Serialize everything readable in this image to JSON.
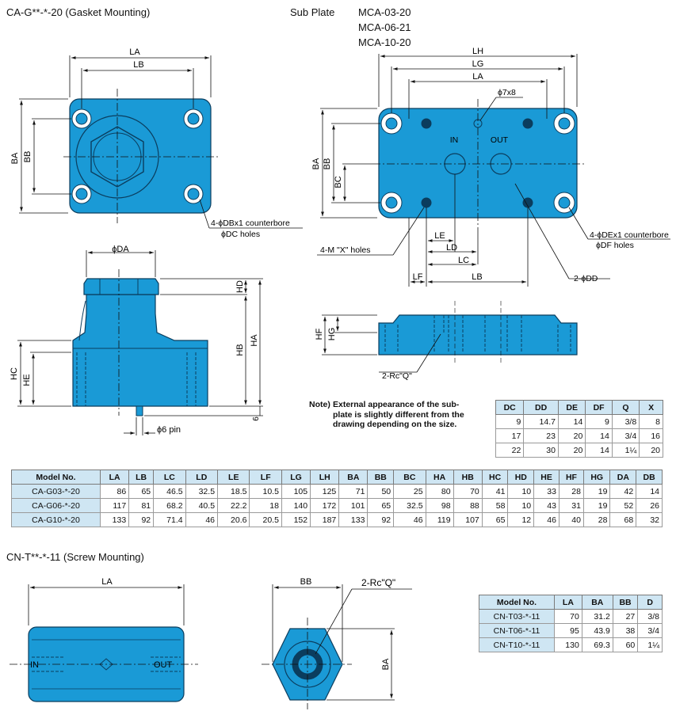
{
  "titles": {
    "gasket": "CA-G**-*-20 (Gasket Mounting)",
    "subplate_label": "Sub Plate",
    "subplate_models": [
      "MCA-03-20",
      "MCA-06-21",
      "MCA-10-20"
    ],
    "screw": "CN-T**-*-11 (Screw Mounting)"
  },
  "labels": {
    "LA": "LA",
    "LB": "LB",
    "LC": "LC",
    "LD": "LD",
    "LE": "LE",
    "LF": "LF",
    "LG": "LG",
    "LH": "LH",
    "BA": "BA",
    "BB": "BB",
    "BC": "BC",
    "HA": "HA",
    "HB": "HB",
    "HC": "HC",
    "HD": "HD",
    "HE": "HE",
    "HF": "HF",
    "HG": "HG",
    "DA": "ϕDA",
    "six": "6",
    "pin": "ϕ6 pin",
    "counterbore1": "4-ϕDBx1 counterbore",
    "holes1": "ϕDC holes",
    "counterbore2": "4-ϕDEx1 counterbore",
    "holes2": "ϕDF holes",
    "mx": "4-M \"X\" holes",
    "phi7x8": "ϕ7x8",
    "dd": "2-ϕDD",
    "in": "IN",
    "out": "OUT",
    "rcq": "2-Rc\"Q\""
  },
  "note": {
    "prefix": "Note)",
    "lines": [
      "External appearance of the sub-",
      "plate is slightly different from the",
      "drawing depending on the size."
    ]
  },
  "small_table": {
    "headers": [
      "DC",
      "DD",
      "DE",
      "DF",
      "Q",
      "X"
    ],
    "rows": [
      [
        "9",
        "14.7",
        "14",
        "9",
        "3/8",
        "8"
      ],
      [
        "17",
        "23",
        "20",
        "14",
        "3/4",
        "16"
      ],
      [
        "22",
        "30",
        "20",
        "14",
        "1¼",
        "20"
      ]
    ]
  },
  "main_table": {
    "headers": [
      "Model No.",
      "LA",
      "LB",
      "LC",
      "LD",
      "LE",
      "LF",
      "LG",
      "LH",
      "BA",
      "BB",
      "BC",
      "HA",
      "HB",
      "HC",
      "HD",
      "HE",
      "HF",
      "HG",
      "DA",
      "DB"
    ],
    "rows": [
      [
        "CA-G03-*-20",
        "86",
        "65",
        "46.5",
        "32.5",
        "18.5",
        "10.5",
        "105",
        "125",
        "71",
        "50",
        "25",
        "80",
        "70",
        "41",
        "10",
        "33",
        "28",
        "19",
        "42",
        "14"
      ],
      [
        "CA-G06-*-20",
        "117",
        "81",
        "68.2",
        "40.5",
        "22.2",
        "18",
        "140",
        "172",
        "101",
        "65",
        "32.5",
        "98",
        "88",
        "58",
        "10",
        "43",
        "31",
        "19",
        "52",
        "26"
      ],
      [
        "CA-G10-*-20",
        "133",
        "92",
        "71.4",
        "46",
        "20.6",
        "20.5",
        "152",
        "187",
        "133",
        "92",
        "46",
        "119",
        "107",
        "65",
        "12",
        "46",
        "40",
        "28",
        "68",
        "32"
      ]
    ]
  },
  "cn_table": {
    "headers": [
      "Model No.",
      "LA",
      "BA",
      "BB",
      "D"
    ],
    "rows": [
      [
        "CN-T03-*-11",
        "70",
        "31.2",
        "27",
        "3/8"
      ],
      [
        "CN-T06-*-11",
        "95",
        "43.9",
        "38",
        "3/4"
      ],
      [
        "CN-T10-*-11",
        "130",
        "69.3",
        "60",
        "1¼"
      ]
    ]
  },
  "colors": {
    "body": "#1a9ad6",
    "dark": "#0b3d5e",
    "header": "#cfe6f3"
  }
}
